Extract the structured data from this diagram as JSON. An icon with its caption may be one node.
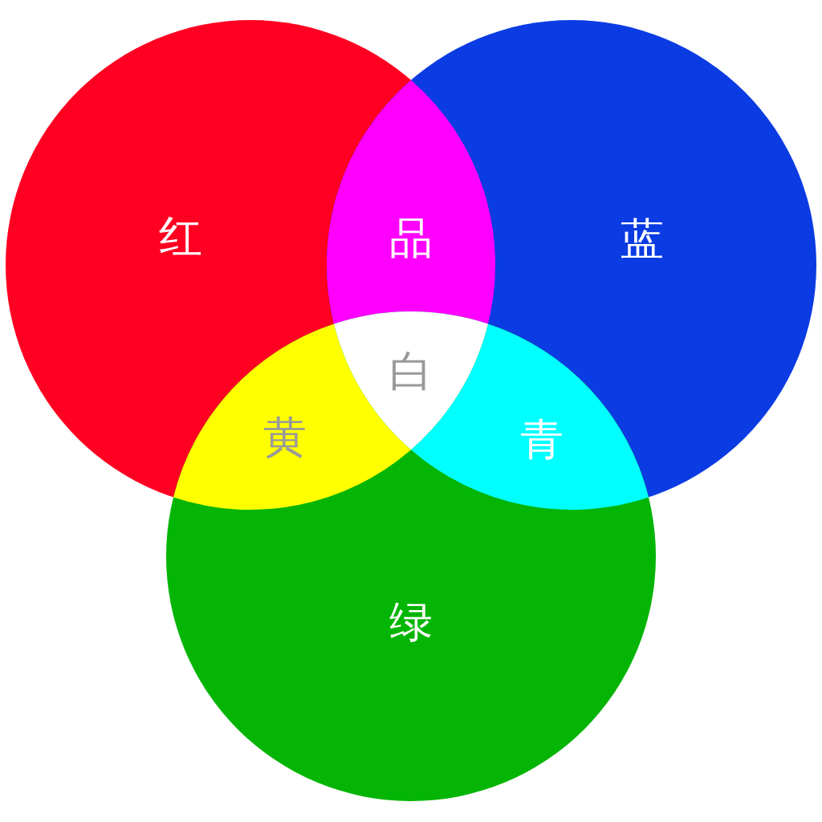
{
  "diagram": {
    "nodes": [
      {
        "text": [
          "红"
        ]
      },
      {
        "text": [
          "品"
        ]
      },
      {
        "text": [
          "蓝"
        ]
      },
      {
        "text": [
          "白"
        ]
      },
      {
        "text": [
          "黄"
        ]
      },
      {
        "text": [
          "青"
        ]
      },
      {
        "text": [
          "绿"
        ]
      }
    ]
  }
}
